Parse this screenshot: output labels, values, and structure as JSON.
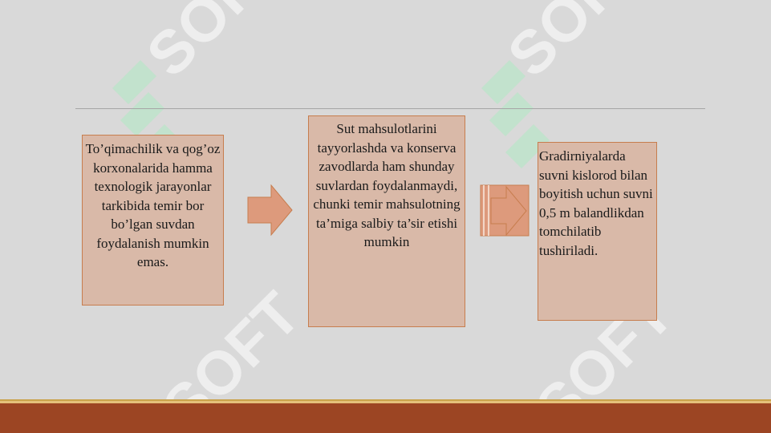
{
  "boxes": {
    "box1": "To’qimachilik va qog’oz korxonalarida hamma texnologik jarayonlar tarkibida temir bor bo’lgan suvdan foydalanish mumkin emas.",
    "box2": "Sut mahsulotlarini tayyorlashda va konserva zavodlarda ham shunday suvlardan foydalanmaydi, chunki temir mahsulotning ta’miga salbiy ta’sir etishi mumkin",
    "box3": "Gradirniyalarda suvni kislorod bilan boyitish uchun suvni 0,5 m balandlikdan tomchilatib tushiriladi."
  },
  "watermark": {
    "text": "SOFT"
  },
  "colors": {
    "background": "#d9d9d9",
    "box_fill": "#d9b9a8",
    "box_border": "#c77d4e",
    "arrow_fill": "#dd9a7c",
    "footer": "#9c4523",
    "footer_stripe": "#e4c07a"
  }
}
